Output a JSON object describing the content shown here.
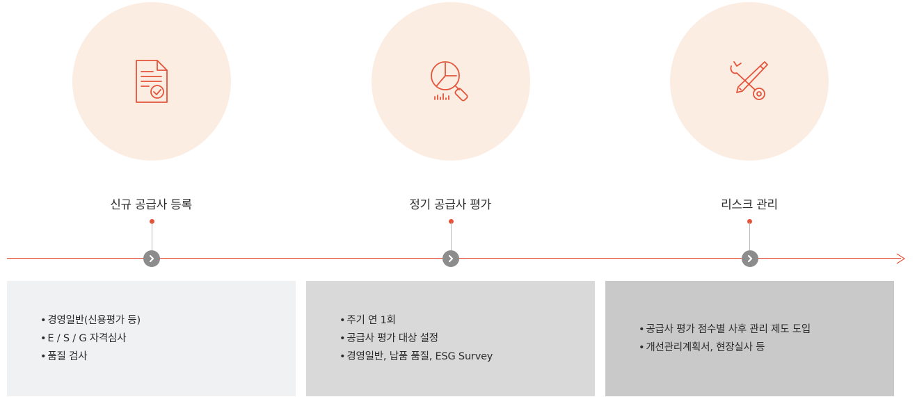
{
  "steps": [
    {
      "title": "신규 공급사 등록",
      "icon": "document-check-icon",
      "items": [
        "경영일반(신용평가 등)",
        "E / S / G 자격심사",
        "품질 검사"
      ]
    },
    {
      "title": "정기 공급사 평가",
      "icon": "chart-magnifier-icon",
      "items": [
        "주기 연 1회",
        "공급사 평가 대상 설정",
        "경영일반, 납품 품질, ESG Survey"
      ]
    },
    {
      "title": "리스크 관리",
      "icon": "tools-icon",
      "items": [
        "공급사 평가 점수별 사후 관리 제도 도입",
        "개선관리계획서, 현장실사 등"
      ]
    }
  ],
  "colors": {
    "accent": "#e4533a",
    "circle_bg": "#fcede3",
    "marker": "#8c8c8c",
    "box1_bg": "#f0f1f2",
    "box2_bg": "#d9d9d9",
    "box3_bg": "#c9c9c9"
  }
}
